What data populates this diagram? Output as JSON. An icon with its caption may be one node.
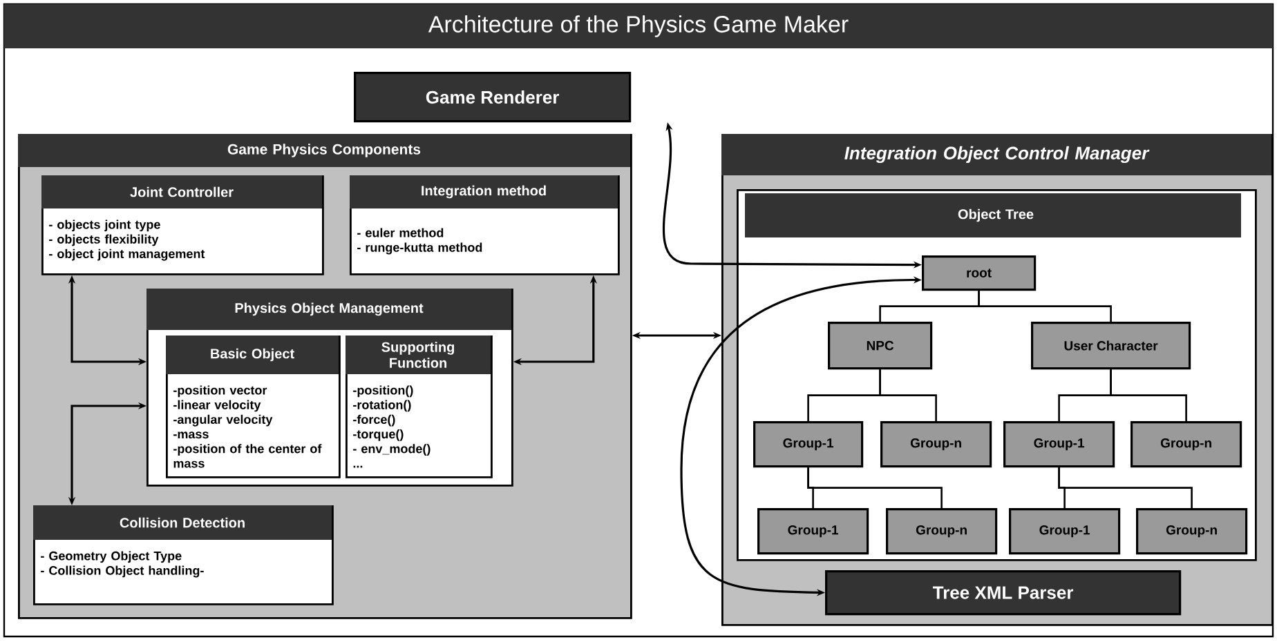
{
  "diagram": {
    "title": "Architecture of the Physics Game Maker",
    "nodes": [
      {
        "text": [
          "Game Renderer"
        ]
      },
      {
        "text": [
          "Game Physics Components"
        ]
      },
      {
        "text": [
          "Joint Controller",
          "- objects joint type",
          "- objects flexibility",
          "- object joint management"
        ],
        "in": 1
      },
      {
        "text": [
          "Integration method",
          "- euler method",
          "- runge-kutta method"
        ],
        "in": 1
      },
      {
        "text": [
          "Physics Object Management"
        ],
        "in": 1
      },
      {
        "text": [
          "Basic Object",
          "-position vector",
          "-linear velocity",
          "-angular velocity",
          "-mass",
          "-position of the center of mass"
        ],
        "in": 4
      },
      {
        "text": [
          "Supporting Function",
          "-position()",
          "-rotation()",
          "-force()",
          "-torque()",
          "- env_mode()",
          "..."
        ],
        "in": 4
      },
      {
        "text": [
          "Collision Detection",
          "- Geometry Object Type",
          "- Collision Object handling-"
        ],
        "in": 1
      },
      {
        "text": [
          "Integration Object Control Manager"
        ]
      },
      {
        "text": [
          "Object Tree"
        ],
        "in": 8
      },
      {
        "text": [
          "root"
        ],
        "in": 9
      },
      {
        "text": [
          "NPC"
        ],
        "in": 9
      },
      {
        "text": [
          "User Character"
        ],
        "in": 9
      },
      {
        "text": [
          "Group-1"
        ],
        "in": 9
      },
      {
        "text": [
          "Group-n"
        ],
        "in": 9
      },
      {
        "text": [
          "Group-1"
        ],
        "in": 9
      },
      {
        "text": [
          "Group-n"
        ],
        "in": 9
      },
      {
        "text": [
          "Group-1"
        ],
        "in": 9
      },
      {
        "text": [
          "Group-n"
        ],
        "in": 9
      },
      {
        "text": [
          "Group-1"
        ],
        "in": 9
      },
      {
        "text": [
          "Group-n"
        ],
        "in": 9
      },
      {
        "text": [
          "Tree XML Parser"
        ],
        "in": 8
      }
    ],
    "edges": [
      {
        "from": 0,
        "to": 10,
        "arrow": "both"
      },
      {
        "from": 21,
        "to": 10,
        "arrow": "both"
      },
      {
        "from": 2,
        "to": 4,
        "arrow": "both"
      },
      {
        "from": 3,
        "to": 4,
        "arrow": "both"
      },
      {
        "from": 7,
        "to": 4,
        "arrow": "both"
      },
      {
        "from": 1,
        "to": 8,
        "arrow": "both"
      },
      {
        "from": 10,
        "to": 11,
        "arrow": "none"
      },
      {
        "from": 10,
        "to": 12,
        "arrow": "none"
      },
      {
        "from": 11,
        "to": 13,
        "arrow": "none"
      },
      {
        "from": 11,
        "to": 14,
        "arrow": "none"
      },
      {
        "from": 12,
        "to": 15,
        "arrow": "none"
      },
      {
        "from": 12,
        "to": 16,
        "arrow": "none"
      },
      {
        "from": 13,
        "to": 17,
        "arrow": "none"
      },
      {
        "from": 13,
        "to": 18,
        "arrow": "none"
      },
      {
        "from": 15,
        "to": 19,
        "arrow": "none"
      },
      {
        "from": 15,
        "to": 20,
        "arrow": "none"
      }
    ]
  }
}
